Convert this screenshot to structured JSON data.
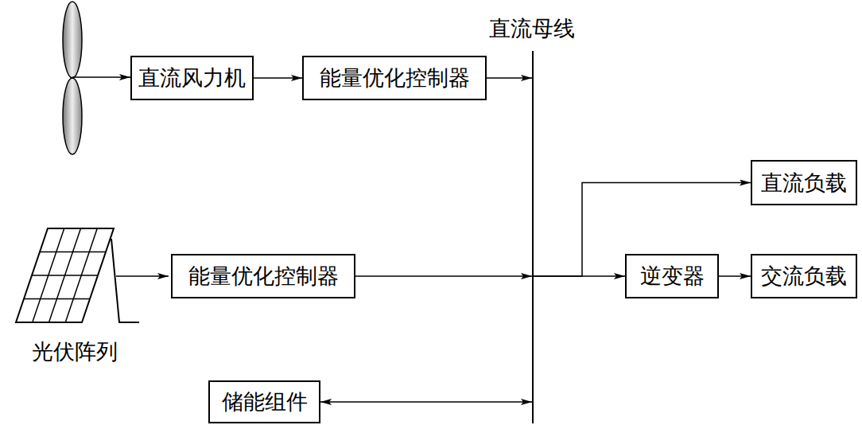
{
  "diagram": {
    "nodes": [
      {
        "text": [
          "直流风力机"
        ]
      },
      {
        "text": [
          "能量优化控制器"
        ]
      },
      {
        "text": [
          "直流母线"
        ]
      },
      {
        "text": [
          "能量优化控制器"
        ]
      },
      {
        "text": [
          "直流负载"
        ]
      },
      {
        "text": [
          "逆变器"
        ]
      },
      {
        "text": [
          "交流负载"
        ]
      },
      {
        "text": [
          "储能组件"
        ]
      }
    ],
    "edges": [
      {
        "from": 0,
        "to": 1,
        "arrow": "to"
      },
      {
        "from": 1,
        "to": 2,
        "arrow": "to"
      },
      {
        "from": 3,
        "to": 2,
        "arrow": "to"
      },
      {
        "from": 2,
        "to": 4,
        "arrow": "to"
      },
      {
        "from": 2,
        "to": 5,
        "arrow": "to"
      },
      {
        "from": 5,
        "to": 6,
        "arrow": "to"
      },
      {
        "from": 7,
        "to": 2,
        "arrow": "both"
      }
    ],
    "labels": [
      "光伏阵列"
    ]
  }
}
